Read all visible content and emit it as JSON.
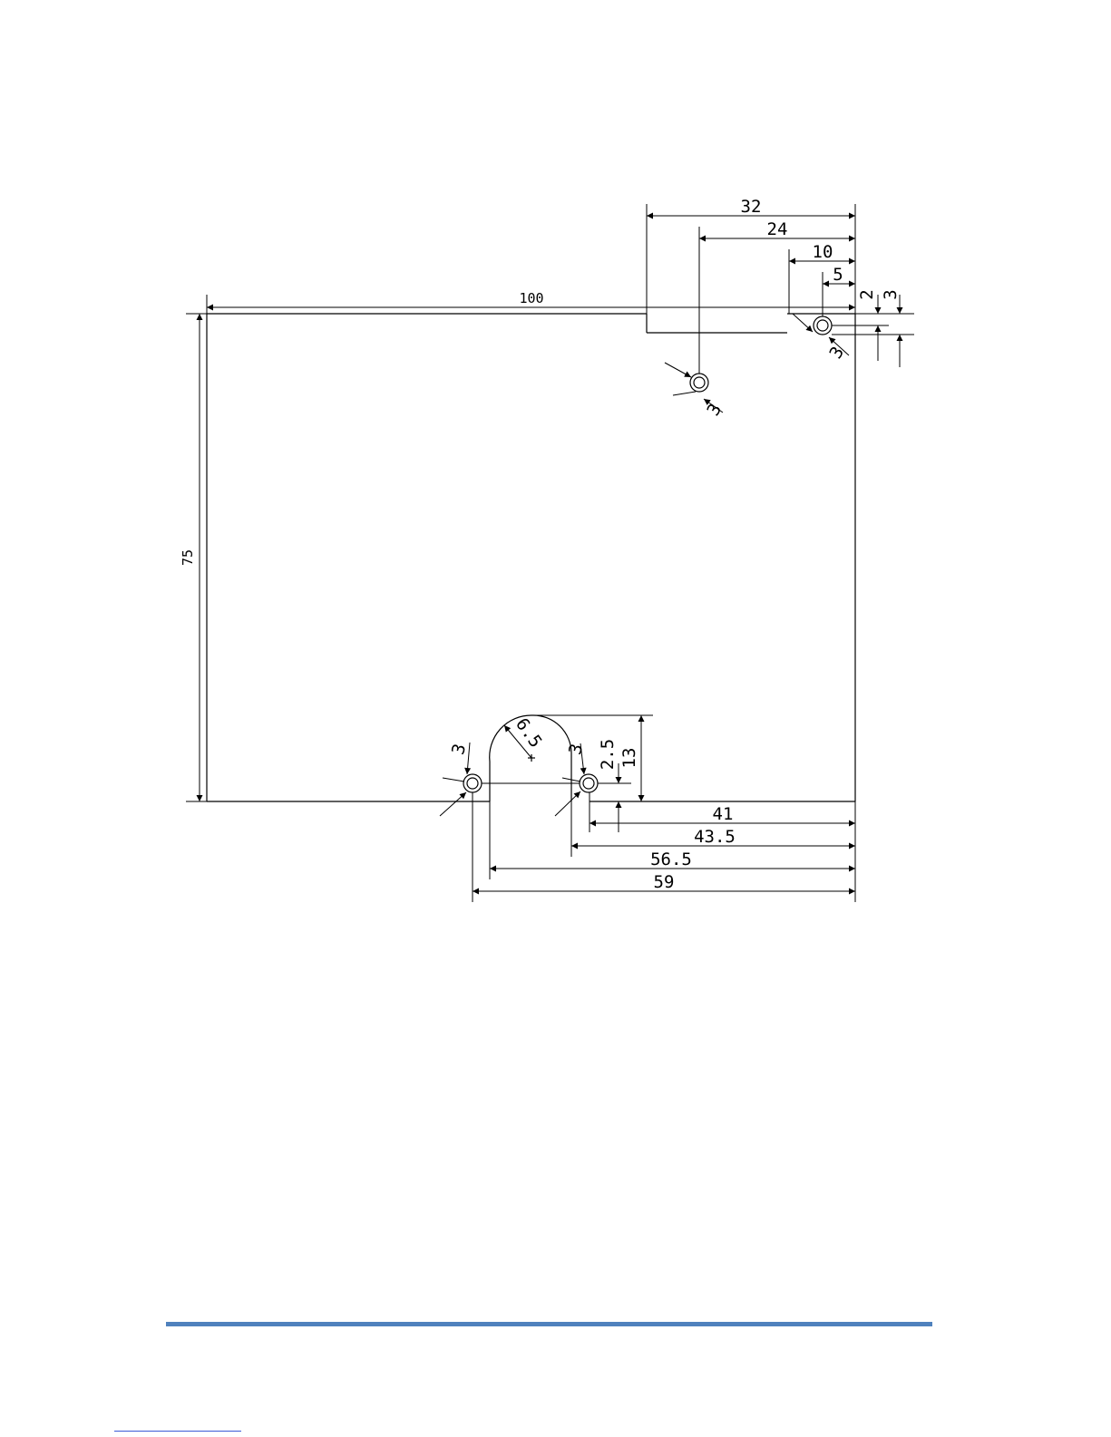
{
  "drawing": {
    "dimensions": {
      "width_total": "100",
      "height_total": "75",
      "top_32": "32",
      "top_24": "24",
      "top_10": "10",
      "top_5": "5",
      "right_2": "2",
      "right_3": "3",
      "hole_tr": "3",
      "hole_mid": "3",
      "hole_bl": "3",
      "hole_bm": "3",
      "radius": "6.5",
      "offset_25": "2.5",
      "height_13": "13",
      "bottom_41": "41",
      "bottom_435": "43.5",
      "bottom_565": "56.5",
      "bottom_59": "59"
    }
  },
  "colors": {
    "line": "#000000",
    "footer_rule": "#4f81bd",
    "footer_link": "#3b5bd6"
  }
}
